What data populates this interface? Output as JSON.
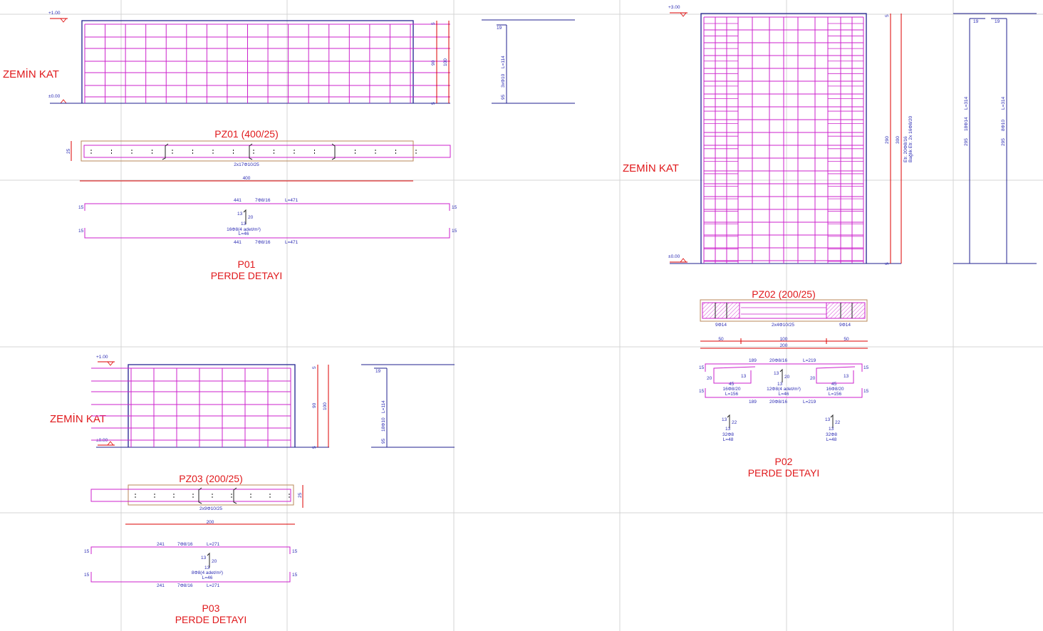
{
  "colors": {
    "grid": "#d4d4d4",
    "frame": "#1f1f8f",
    "rebar": "#cc22cc",
    "dim": "#d40000",
    "title": "#e0191c",
    "note": "#2d2db4",
    "outline": "#b8875a"
  },
  "p01": {
    "level_top": "+1.00",
    "level_bottom": "±0.00",
    "floor": "ZEMİN KAT",
    "elev_dims": [
      "5",
      "90",
      "100",
      "5"
    ],
    "side_labels": [
      "19",
      "95",
      "3xΦ10",
      "L=114"
    ],
    "section_title": "PZ01 (400/25)",
    "section_thick": "25",
    "section_bars": "2x17Φ10/25",
    "section_width": "400",
    "stirrup": {
      "len_top": "441",
      "bar_top": "7Φ8/16",
      "L_top": "L=471",
      "ends": [
        "15",
        "15",
        "15",
        "15"
      ],
      "hook_a": "13",
      "hook_b": "20",
      "hook_c": "13",
      "ties": "16Φ8(4 adet/m²)",
      "ties_L": "L=46",
      "len_bot": "441",
      "bar_bot": "7Φ8/16",
      "L_bot": "L=471"
    },
    "detail_id": "P01",
    "detail_title": "PERDE DETAYI"
  },
  "p02": {
    "level_top": "+3.00",
    "level_bottom": "±0.00",
    "floor": "ZEMİN KAT",
    "elev_dims": [
      "5",
      "290",
      "300",
      "5"
    ],
    "elev_notes": [
      "Etr. 20Φ8/16",
      "Bağlık Etr. 2x 16Φ8/20"
    ],
    "side_a": [
      "19",
      "295",
      "18Φ14",
      "L=314"
    ],
    "side_b": [
      "19",
      "295",
      "8Φ10",
      "L=314"
    ],
    "section_title": "PZ02 (200/25)",
    "sec_left": "9Φ14",
    "sec_mid": "2x4Φ10/25",
    "sec_right": "9Φ14",
    "dims": [
      "50",
      "100",
      "50",
      "200"
    ],
    "stirrup": {
      "len_top": "189",
      "bar_top": "20Φ8/16",
      "L_top": "L=219",
      "ends": [
        "15",
        "15",
        "15",
        "15"
      ],
      "h20a": "20",
      "h13a": "13",
      "h45a": "45",
      "ties_a": "16Φ8/20",
      "L_a": "L=156",
      "h13b": "13",
      "h20b": "20",
      "h13c": "13",
      "ties_mid": "12Φ8(4 adet/m²)",
      "L_mid": "L=46",
      "h20c": "20",
      "h13d": "13",
      "h45b": "45",
      "ties_b": "16Φ8/20",
      "L_b": "L=156",
      "len_bot": "189",
      "bar_bot": "20Φ8/16",
      "L_bot": "L=219"
    },
    "hooks_left": [
      "13",
      "22",
      "13",
      "32Φ8",
      "L=48"
    ],
    "hooks_right": [
      "13",
      "22",
      "13",
      "32Φ8",
      "L=48"
    ],
    "detail_id": "P02",
    "detail_title": "PERDE DETAYI"
  },
  "p03": {
    "level_top": "+1.00",
    "level_bottom": "±0.00",
    "floor": "ZEMİN KAT",
    "elev_dims": [
      "5",
      "90",
      "100",
      "5"
    ],
    "side_labels": [
      "19",
      "95",
      "18Φ10",
      "L=114"
    ],
    "section_title": "PZ03 (200/25)",
    "section_thick": "25",
    "section_bars": "2x9Φ10/25",
    "section_width": "200",
    "stirrup": {
      "len_top": "241",
      "bar_top": "7Φ8/16",
      "L_top": "L=271",
      "ends": [
        "15",
        "15",
        "15",
        "15"
      ],
      "hook_a": "13",
      "hook_b": "20",
      "hook_c": "13",
      "ties": "8Φ8(4 adet/m²)",
      "ties_L": "L=46",
      "len_bot": "241",
      "bar_bot": "7Φ8/16",
      "L_bot": "L=271"
    },
    "detail_id": "P03",
    "detail_title": "PERDE DETAYI"
  }
}
